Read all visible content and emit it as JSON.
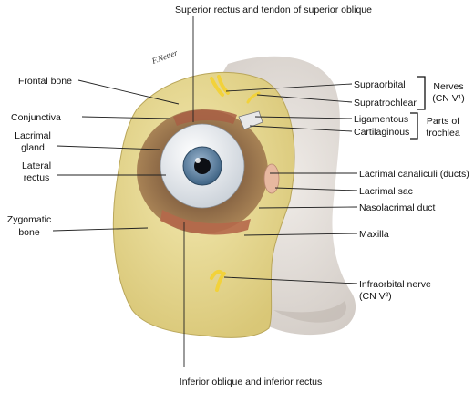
{
  "labels": {
    "top": "Superior rectus and tendon of superior oblique",
    "bottom": "Inferior oblique and inferior rectus",
    "frontal_bone": "Frontal bone",
    "conjunctiva": "Conjunctiva",
    "lacrimal_gland_1": "Lacrimal",
    "lacrimal_gland_2": "gland",
    "lateral_rectus_1": "Lateral",
    "lateral_rectus_2": "rectus",
    "zygomatic_1": "Zygomatic",
    "zygomatic_2": "bone",
    "supraorbital": "Supraorbital",
    "supratrochlear": "Supratrochlear",
    "nerves_1": "Nerves",
    "nerves_2": "(CN V¹)",
    "ligamentous": "Ligamentous",
    "cartilaginous": "Cartilaginous",
    "trochlea_1": "Parts of",
    "trochlea_2": "trochlea",
    "lacrimal_canaliculi": "Lacrimal canaliculi (ducts)",
    "lacrimal_sac": "Lacrimal sac",
    "nasolacrimal_duct": "Nasolacrimal duct",
    "maxilla": "Maxilla",
    "infraorbital_1": "Infraorbital nerve",
    "infraorbital_2": "(CN V²)",
    "signature": "F.Netter"
  },
  "colors": {
    "bone": "#eee29a",
    "bone_shadow": "#cdbd6a",
    "skin": "#e6e1dc",
    "iris": "#6d8fb0",
    "pupil": "#0d0f14",
    "sclera": "#f1f3f6",
    "nerve": "#f2d23a",
    "muscle": "#b5684a"
  }
}
